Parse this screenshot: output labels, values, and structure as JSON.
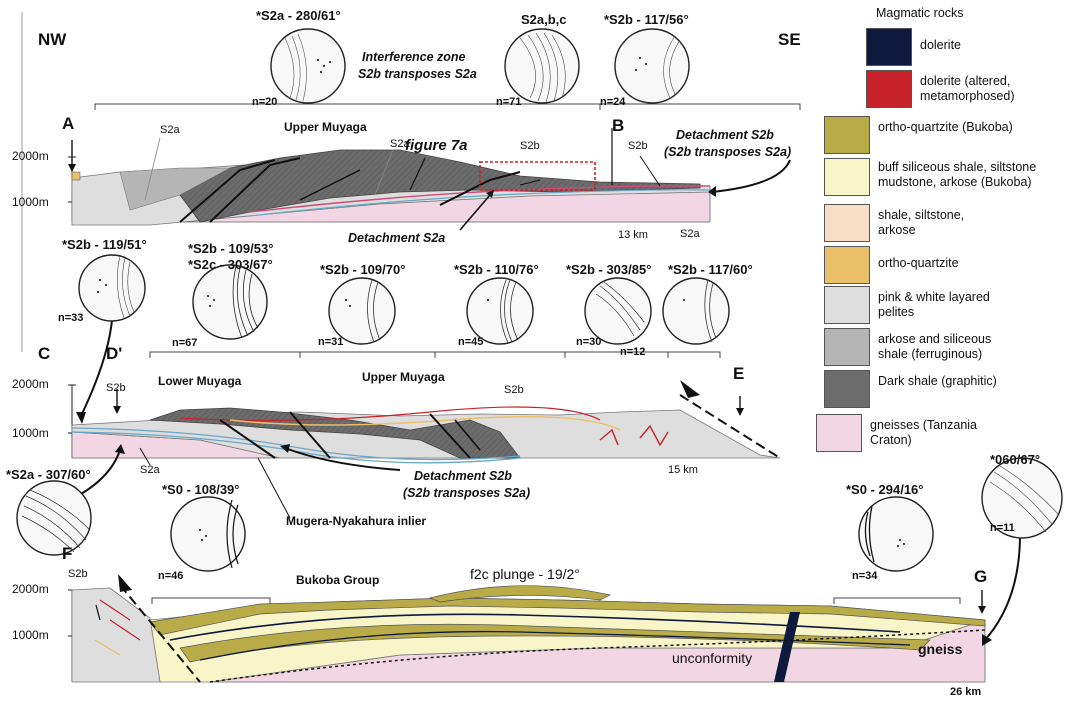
{
  "orientation": {
    "left": "NW",
    "right": "SE"
  },
  "elevation_labels": {
    "e2000": "2000m",
    "e1000": "1000m"
  },
  "sections": {
    "top": {
      "endpoint_left": "A",
      "endpoint_mid": "B",
      "distance": "13 km",
      "labels": {
        "upper_muyaga": "Upper Muyaga",
        "figure_ref": "figure 7a",
        "interference_l1": "Interference zone",
        "interference_l2": "S2b transposes S2a",
        "detachment_s2b_l1": "Detachment S2b",
        "detachment_s2b_l2": "(S2b transposes S2a)",
        "detachment_s2a": "Detachment S2a",
        "s2a": "S2a",
        "s2b": "S2b"
      }
    },
    "middle": {
      "endpoint_left": "C",
      "endpoint_dprime": "D'",
      "endpoint_right": "E",
      "distance": "15 km",
      "labels": {
        "lower_muyaga": "Lower Muyaga",
        "upper_muyaga": "Upper Muyaga",
        "detachment_s2b_l1": "Detachment S2b",
        "detachment_s2b_l2": "(S2b transposes S2a)",
        "inlier": "Mugera-Nyakahura inlier",
        "s2a": "S2a",
        "s2b": "S2b"
      }
    },
    "bottom": {
      "endpoint_left": "F",
      "endpoint_right": "G",
      "distance": "26 km",
      "labels": {
        "group": "Bukoba Group",
        "plunge": "f2c plunge - 19/2°",
        "unconformity": "unconformity",
        "gneiss": "gneiss",
        "s2b": "S2b"
      }
    }
  },
  "stereonets": [
    {
      "id": "s1",
      "title": "*S2a - 280/61°",
      "n": "n=20"
    },
    {
      "id": "s2",
      "title": "S2a,b,c",
      "n": "n=71"
    },
    {
      "id": "s3",
      "title": "*S2b - 117/56°",
      "n": "n=24"
    },
    {
      "id": "s4",
      "title": "*S2b - 119/51°",
      "n": "n=33"
    },
    {
      "id": "s5",
      "title": "*S2b - 109/53°",
      "title2": "*S2c - 303/67°",
      "n": "n=67"
    },
    {
      "id": "s6",
      "title": "*S2b - 109/70°",
      "n": "n=31"
    },
    {
      "id": "s7",
      "title": "*S2b - 110/76°",
      "n": "n=45"
    },
    {
      "id": "s8",
      "title": "*S2b - 303/85°",
      "n": "n=30"
    },
    {
      "id": "s9",
      "title": "*S2b - 117/60°",
      "n": "n=12"
    },
    {
      "id": "s10",
      "title": "*S2a - 307/60°",
      "n": ""
    },
    {
      "id": "s11",
      "title": "*S0 - 108/39°",
      "n": "n=46"
    },
    {
      "id": "s12",
      "title": "*S0 - 294/16°",
      "n": "n=34"
    },
    {
      "id": "s13",
      "title": "*060/67°",
      "n": "n=11"
    }
  ],
  "legend": {
    "magmatic_title": "Magmatic rocks",
    "items": [
      {
        "label": "dolerite",
        "color": "#0d1a3d"
      },
      {
        "label": "dolerite (altered, metamorphosed)",
        "color": "#c8232b"
      },
      {
        "label": "ortho-quartzite (Bukoba)",
        "color": "#b8ab48"
      },
      {
        "label": "buff siliceous shale, siltstone mudstone, arkose (Bukoba)",
        "color": "#f8f5c8"
      },
      {
        "label": "shale, siltstone, arkose",
        "color": "#f6dfc5"
      },
      {
        "label": "ortho-quartzite",
        "color": "#eabf6a"
      },
      {
        "label": "pink & white layared pelites",
        "color": "#dedede"
      },
      {
        "label": "arkose and siliceous shale (ferruginous)",
        "color": "#b5b5b5"
      },
      {
        "label": "Dark shale (graphitic)",
        "color": "#6c6c6c"
      },
      {
        "label": "gneisses (Tanzania Craton)",
        "color": "#f3d6e3"
      }
    ]
  }
}
